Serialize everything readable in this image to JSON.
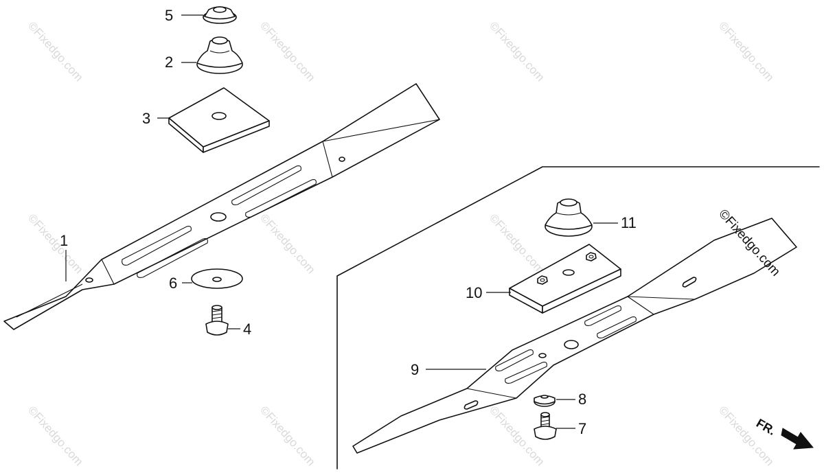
{
  "diagram": {
    "watermark": "©Fixedgo.com",
    "watermark_overlay": "©Fixedgo.com",
    "direction_label": "FR.",
    "callouts": {
      "c1": "1",
      "c2": "2",
      "c3": "3",
      "c4": "4",
      "c5": "5",
      "c6": "6",
      "c7": "7",
      "c8": "8",
      "c9": "9",
      "c10": "10",
      "c11": "11"
    }
  }
}
